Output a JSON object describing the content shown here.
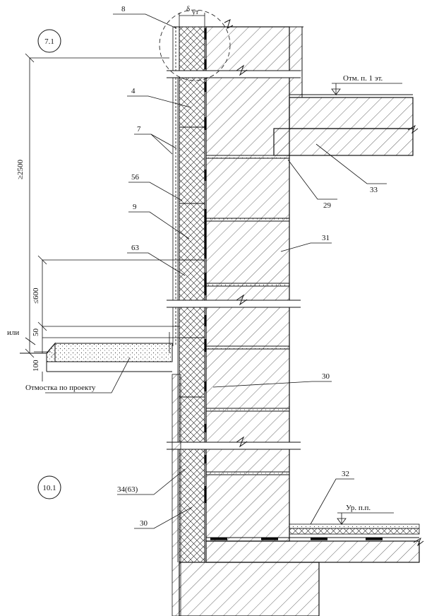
{
  "drawing": {
    "callouts": {
      "c8": "8",
      "c4": "4",
      "c7": "7",
      "c56": "56",
      "c9": "9",
      "c63": "63",
      "c29": "29",
      "c31": "31",
      "c33": "33",
      "c30_mid": "30",
      "c32": "32",
      "c34": "34(63)",
      "c30_low": "30"
    },
    "circles": {
      "detail_top": "7.1",
      "detail_bottom": "10.1"
    },
    "thickness_label": "δ",
    "thickness_sub": "ут",
    "elevations": {
      "floor": "Отм. п. 1 эт.",
      "ground": "Ур. п.п."
    },
    "dimensions": {
      "height_min": "≥2500",
      "height_max": "≤600",
      "d50": "50",
      "d100": "100",
      "ili": "или"
    },
    "notes": {
      "blind_area": "Отмостка по проекту"
    }
  }
}
